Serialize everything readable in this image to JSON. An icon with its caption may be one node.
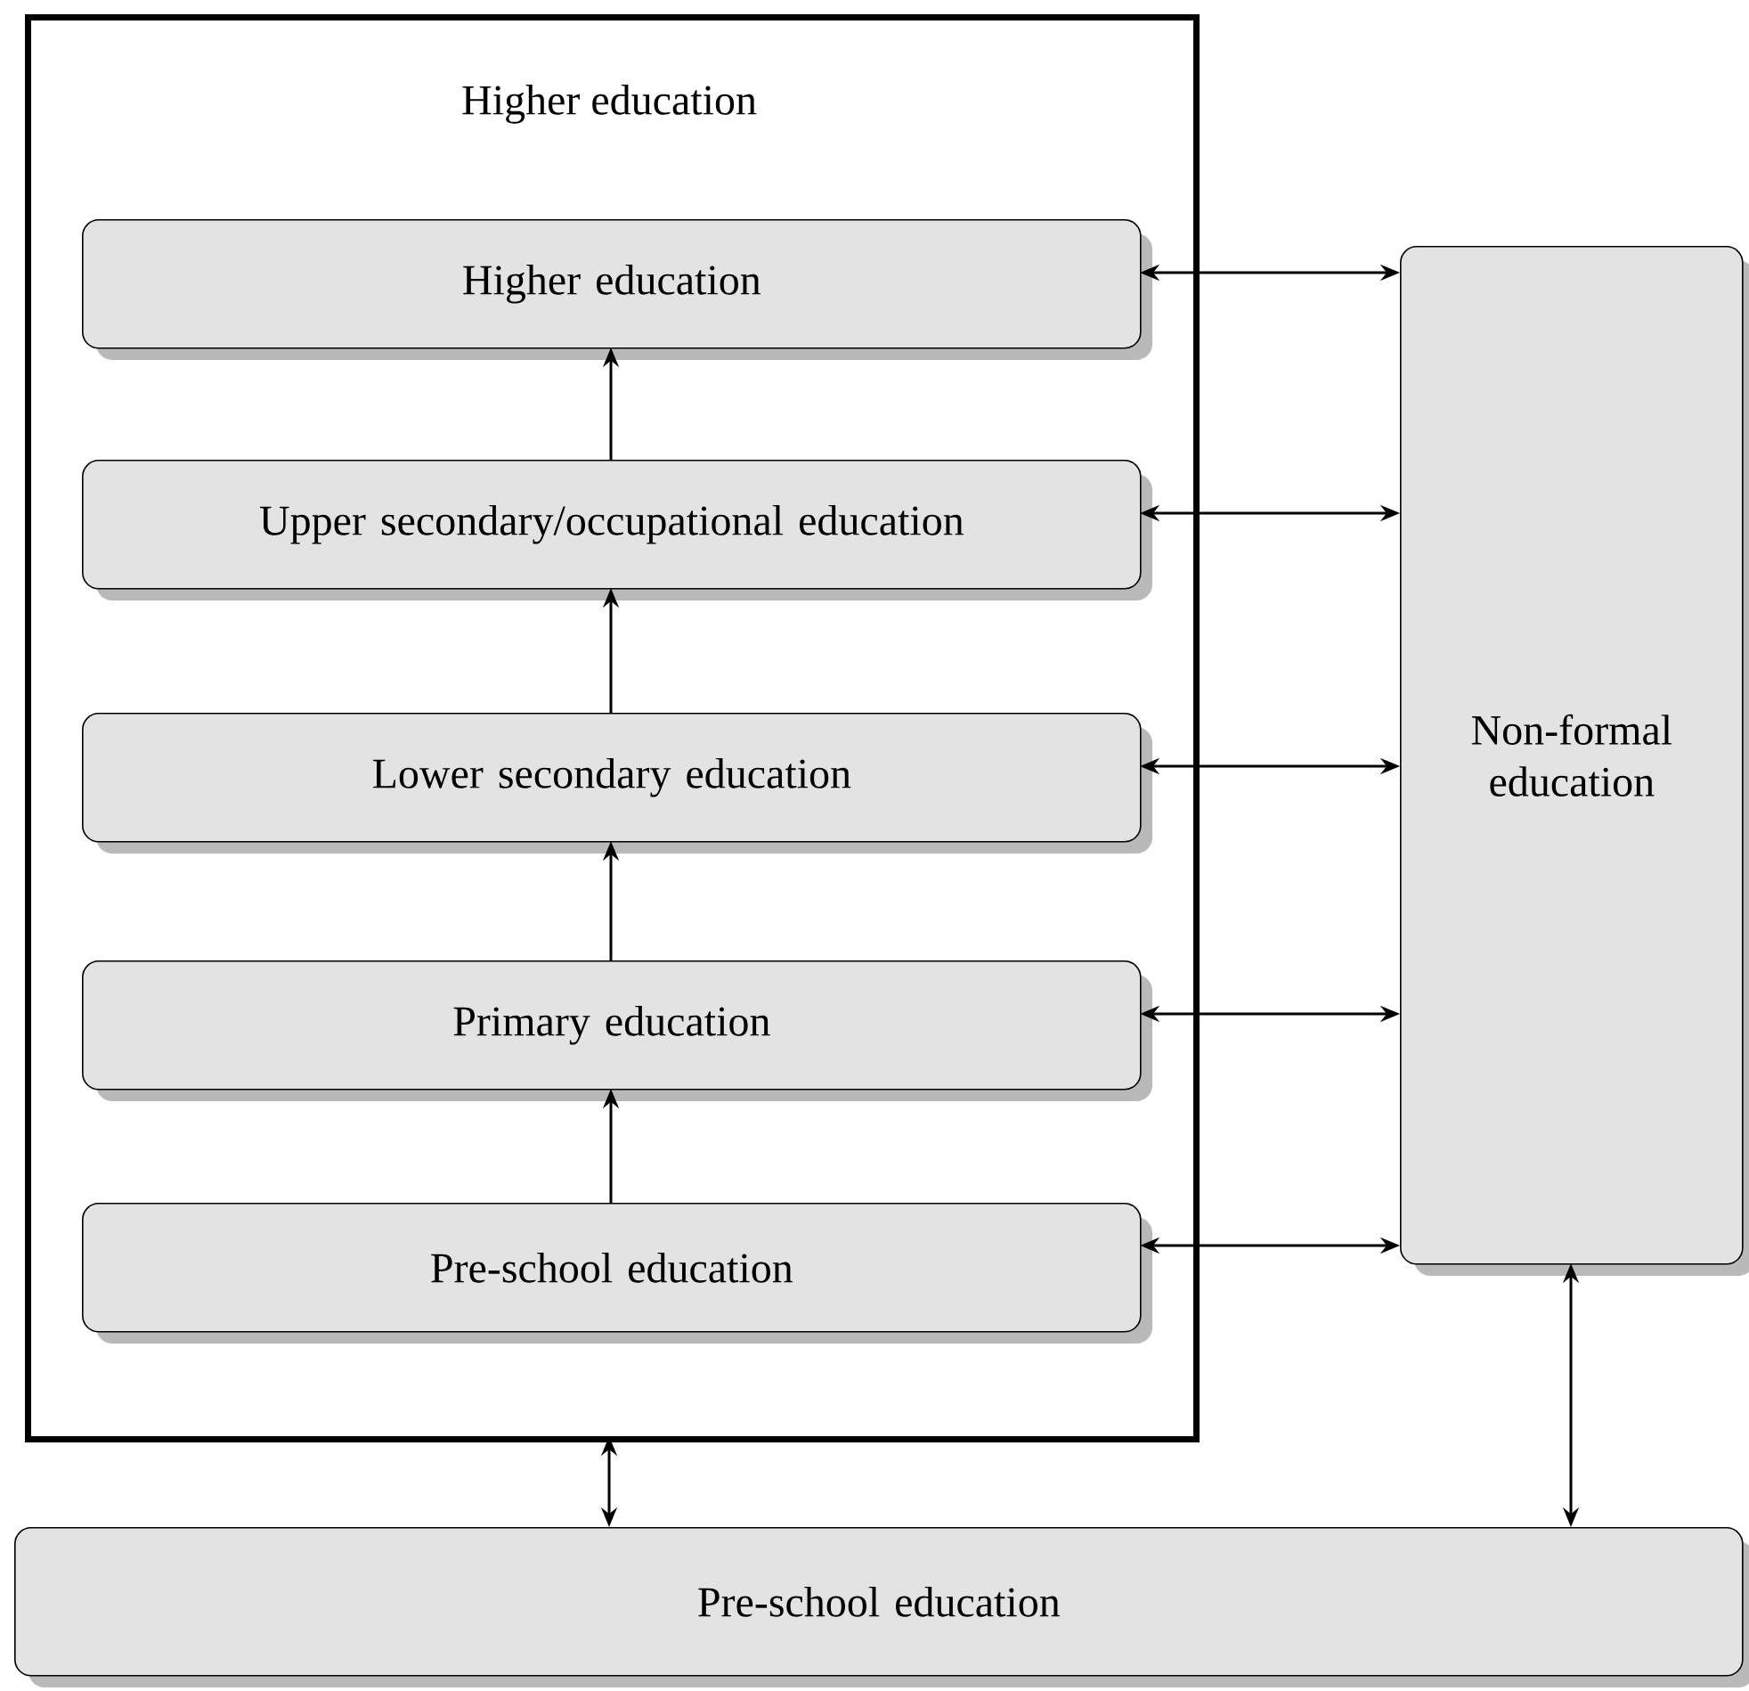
{
  "diagram": {
    "nodes": [
      {
        "text": [
          "Higher education"
        ]
      },
      {
        "text": [
          "Higher education"
        ],
        "in": 0
      },
      {
        "text": [
          "Upper secondary/occupational education"
        ],
        "in": 0
      },
      {
        "text": [
          "Lower secondary education"
        ],
        "in": 0
      },
      {
        "text": [
          "Primary education"
        ],
        "in": 0
      },
      {
        "text": [
          "Pre-school education"
        ],
        "in": 0
      },
      {
        "text": [
          "Non-formal education"
        ]
      },
      {
        "text": [
          "Pre-school education"
        ]
      }
    ],
    "edges": [
      {
        "from": 5,
        "to": 4,
        "arrow": "to"
      },
      {
        "from": 4,
        "to": 3,
        "arrow": "to"
      },
      {
        "from": 3,
        "to": 2,
        "arrow": "to"
      },
      {
        "from": 2,
        "to": 1,
        "arrow": "to"
      },
      {
        "from": 1,
        "to": 6,
        "arrow": "both"
      },
      {
        "from": 2,
        "to": 6,
        "arrow": "both"
      },
      {
        "from": 3,
        "to": 6,
        "arrow": "both"
      },
      {
        "from": 4,
        "to": 6,
        "arrow": "both"
      },
      {
        "from": 5,
        "to": 6,
        "arrow": "both"
      },
      {
        "from": 0,
        "to": 7,
        "arrow": "both"
      },
      {
        "from": 6,
        "to": 7,
        "arrow": "both"
      }
    ]
  }
}
